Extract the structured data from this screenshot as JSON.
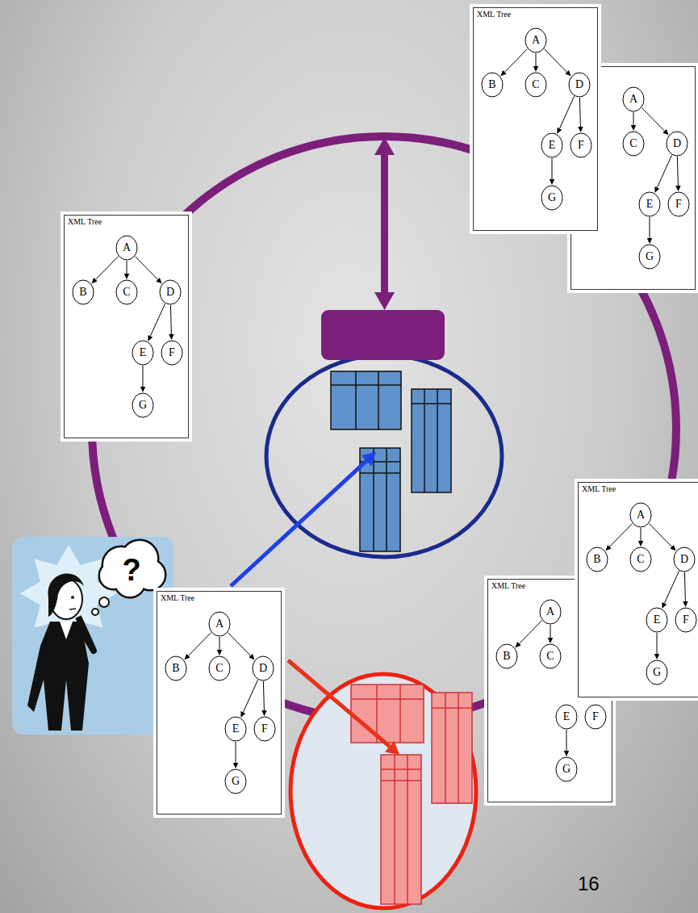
{
  "diagram": {
    "nodes": [
      {
        "text": [
          "XML Tree"
        ]
      },
      {
        "text": [
          "A"
        ],
        "in": 0
      },
      {
        "text": [
          "B"
        ],
        "in": 0
      },
      {
        "text": [
          "C"
        ],
        "in": 0
      },
      {
        "text": [
          "D"
        ],
        "in": 0
      },
      {
        "text": [
          "E"
        ],
        "in": 0
      },
      {
        "text": [
          "F"
        ],
        "in": 0
      },
      {
        "text": [
          "G"
        ],
        "in": 0
      },
      {
        "text": []
      },
      {
        "text": [
          "A"
        ],
        "in": 8
      },
      {
        "text": [
          "C"
        ],
        "in": 8
      },
      {
        "text": [
          "D"
        ],
        "in": 8
      },
      {
        "text": [
          "E"
        ],
        "in": 8
      },
      {
        "text": [
          "F"
        ],
        "in": 8
      },
      {
        "text": [
          "G"
        ],
        "in": 8
      },
      {
        "text": [
          "XML Tree"
        ]
      },
      {
        "text": [
          "A"
        ],
        "in": 15
      },
      {
        "text": [
          "B"
        ],
        "in": 15
      },
      {
        "text": [
          "C"
        ],
        "in": 15
      },
      {
        "text": [
          "D"
        ],
        "in": 15
      },
      {
        "text": [
          "E"
        ],
        "in": 15
      },
      {
        "text": [
          "F"
        ],
        "in": 15
      },
      {
        "text": [
          "G"
        ],
        "in": 15
      },
      {
        "text": [
          "XML Tree"
        ]
      },
      {
        "text": [
          "A"
        ],
        "in": 23
      },
      {
        "text": [
          "B"
        ],
        "in": 23
      },
      {
        "text": [
          "C"
        ],
        "in": 23
      },
      {
        "text": [
          "D"
        ],
        "in": 23
      },
      {
        "text": [
          "E"
        ],
        "in": 23
      },
      {
        "text": [
          "F"
        ],
        "in": 23
      },
      {
        "text": [
          "G"
        ],
        "in": 23
      },
      {
        "text": [
          "XML Tree"
        ]
      },
      {
        "text": [
          "A"
        ],
        "in": 31
      },
      {
        "text": [
          "B"
        ],
        "in": 31
      },
      {
        "text": [
          "C"
        ],
        "in": 31
      },
      {
        "text": [
          "E"
        ],
        "in": 31
      },
      {
        "text": [
          "F"
        ],
        "in": 31
      },
      {
        "text": [
          "G"
        ],
        "in": 31
      },
      {
        "text": [
          "XML Tree"
        ]
      },
      {
        "text": [
          "A"
        ],
        "in": 38
      },
      {
        "text": [
          "B"
        ],
        "in": 38
      },
      {
        "text": [
          "C"
        ],
        "in": 38
      },
      {
        "text": [
          "D"
        ],
        "in": 38
      },
      {
        "text": [
          "E"
        ],
        "in": 38
      },
      {
        "text": [
          "F"
        ],
        "in": 38
      },
      {
        "text": [
          "G"
        ],
        "in": 38
      }
    ],
    "edges": [
      {
        "from": 1,
        "to": 2,
        "arrow": "to"
      },
      {
        "from": 1,
        "to": 3,
        "arrow": "to"
      },
      {
        "from": 1,
        "to": 4,
        "arrow": "to"
      },
      {
        "from": 4,
        "to": 5,
        "arrow": "to"
      },
      {
        "from": 4,
        "to": 6,
        "arrow": "to"
      },
      {
        "from": 5,
        "to": 7,
        "arrow": "to"
      },
      {
        "from": 9,
        "to": 10,
        "arrow": "to"
      },
      {
        "from": 9,
        "to": 11,
        "arrow": "to"
      },
      {
        "from": 11,
        "to": 12,
        "arrow": "to"
      },
      {
        "from": 11,
        "to": 13,
        "arrow": "to"
      },
      {
        "from": 12,
        "to": 14,
        "arrow": "to"
      },
      {
        "from": 16,
        "to": 17,
        "arrow": "to"
      },
      {
        "from": 16,
        "to": 18,
        "arrow": "to"
      },
      {
        "from": 16,
        "to": 19,
        "arrow": "to"
      },
      {
        "from": 19,
        "to": 20,
        "arrow": "to"
      },
      {
        "from": 19,
        "to": 21,
        "arrow": "to"
      },
      {
        "from": 20,
        "to": 22,
        "arrow": "to"
      },
      {
        "from": 24,
        "to": 25,
        "arrow": "to"
      },
      {
        "from": 24,
        "to": 26,
        "arrow": "to"
      },
      {
        "from": 24,
        "to": 27,
        "arrow": "to"
      },
      {
        "from": 27,
        "to": 28,
        "arrow": "to"
      },
      {
        "from": 27,
        "to": 29,
        "arrow": "to"
      },
      {
        "from": 28,
        "to": 30,
        "arrow": "to"
      },
      {
        "from": 32,
        "to": 33,
        "arrow": "to"
      },
      {
        "from": 32,
        "to": 34,
        "arrow": "to"
      },
      {
        "from": 35,
        "to": 37,
        "arrow": "to"
      },
      {
        "from": 39,
        "to": 40,
        "arrow": "to"
      },
      {
        "from": 39,
        "to": 41,
        "arrow": "to"
      },
      {
        "from": 39,
        "to": 42,
        "arrow": "to"
      },
      {
        "from": 42,
        "to": 43,
        "arrow": "to"
      },
      {
        "from": 42,
        "to": 44,
        "arrow": "to"
      },
      {
        "from": 43,
        "to": 45,
        "arrow": "to"
      }
    ],
    "labels": [
      "?",
      "16"
    ]
  }
}
